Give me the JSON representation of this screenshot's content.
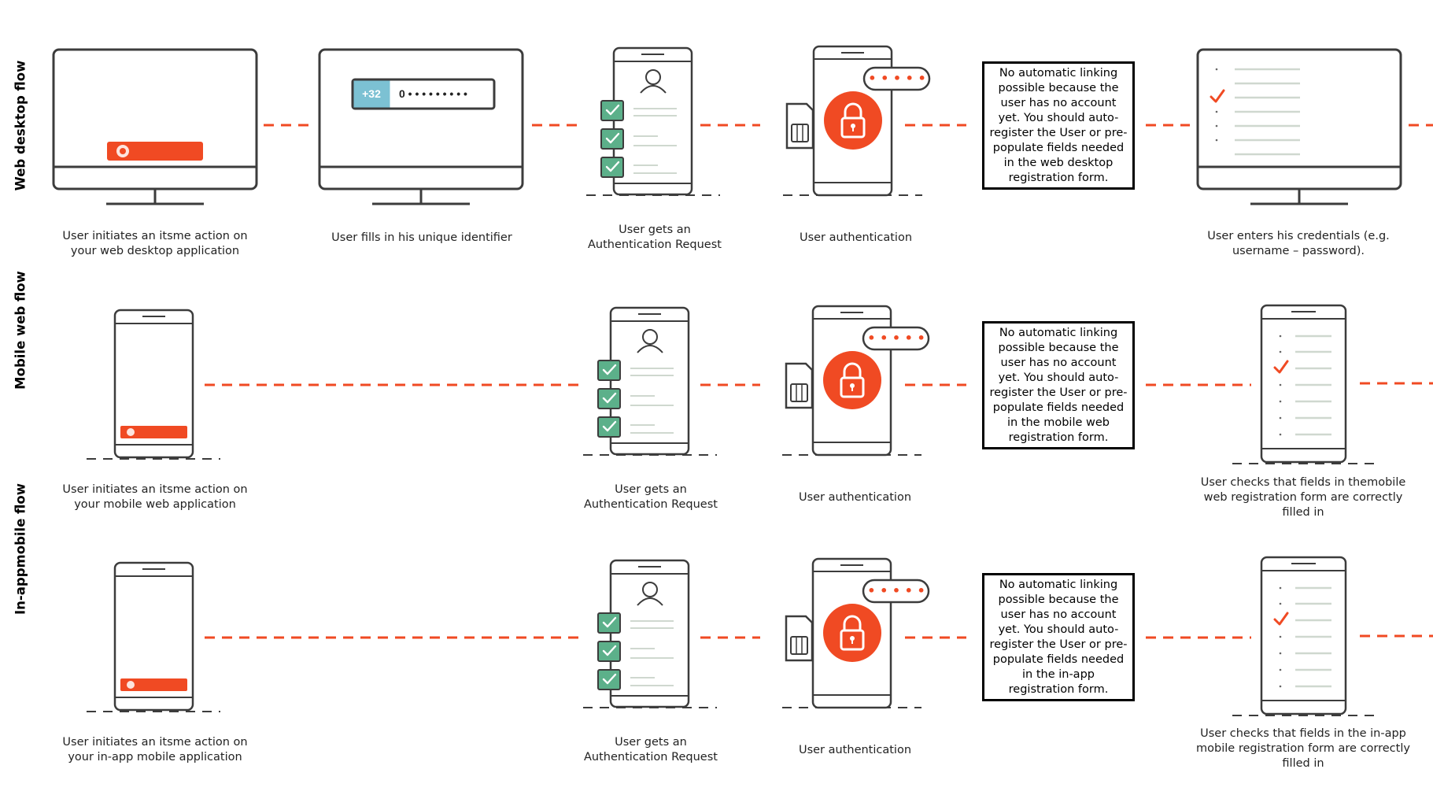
{
  "colors": {
    "accent": "#f04a23",
    "teal_check": "#5cb08a",
    "country_code_bg": "#7cc1d3",
    "outline": "#3c3c3c",
    "form_lines": "#cfd8cf"
  },
  "rows": [
    {
      "label": "Web desktop flow",
      "steps": {
        "initiate": "User initiates an itsme action on your web desktop application",
        "identifier": "User fills in his unique identifier",
        "auth_request": "User gets an Authentication  Request",
        "authentication": "User authentication",
        "note": "No automatic linking possible because the user has no account yet. You should auto-register the User or pre-populate fields needed in the web desktop registration form.",
        "final": "User enters his credentials (e.g. username – password)."
      }
    },
    {
      "label": "Mobile web flow",
      "steps": {
        "initiate": "User initiates an itsme action on your mobile web application",
        "auth_request": "User gets an Authentication  Request",
        "authentication": "User authentication",
        "note": "No automatic linking possible because the user has no account yet. You should auto-register the User or pre-populate fields needed in the mobile web registration form.",
        "final": "User checks that fields in themobile web registration form are correctly filled in"
      }
    },
    {
      "label": "In-appmobile flow",
      "steps": {
        "initiate": "User initiates an itsme action on your in-app mobile application",
        "auth_request": "User gets an Authentication  Request",
        "authentication": "User authentication",
        "note": "No automatic linking possible because the user has no account yet. You should auto-register the User or pre-populate fields needed in the in-app registration form.",
        "final": "User checks that fields in the in-app mobile registration form are correctly filled in"
      }
    }
  ],
  "identifier_field": {
    "country_code": "+32",
    "number_mask": "0 • • • • • • • • •"
  },
  "pin_mask": "• • • • •"
}
